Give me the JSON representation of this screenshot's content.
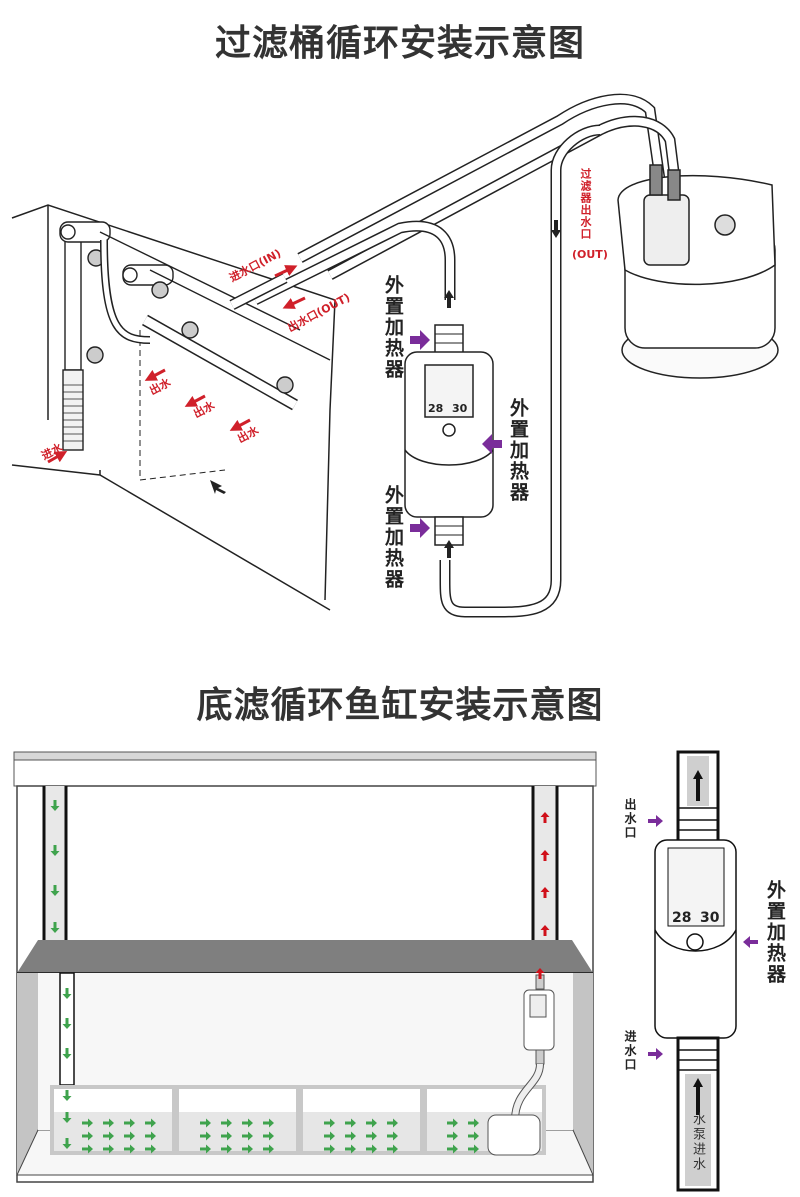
{
  "titles": {
    "top": "过滤桶循环安装示意图",
    "bottom": "底滤循环鱼缸安装示意图"
  },
  "top_diagram": {
    "inlet_pipe_label": "进水口(IN)",
    "outlet_pipe_label": "出水口(OUT)",
    "filter_outlet_label": "过滤器出水口",
    "filter_outlet_suffix": "(OUT)",
    "water_out_labels": [
      "出水",
      "出水",
      "出水"
    ],
    "water_in_label": "进水",
    "heater_labels": [
      "外置加热器",
      "外置加热器",
      "外置加热器"
    ],
    "heater_display": {
      "left_value": "28",
      "right_value": "30"
    }
  },
  "bottom_diagram": {
    "heater_detail": {
      "outlet_label": "出水口",
      "inlet_label": "进水口",
      "heater_label": "外置加热器",
      "pump_inlet_label": "水泵进水",
      "display": {
        "left_value": "28",
        "right_value": "30"
      }
    },
    "sump_compartments": 4
  },
  "colors": {
    "label_red": "#d0202a",
    "arrow_purple": "#7a2d9a",
    "arrow_green": "#3fa34d",
    "arrow_red": "#d0101a",
    "shelf_gray": "#7f7f7f",
    "water_gray": "#e6e6e6"
  }
}
